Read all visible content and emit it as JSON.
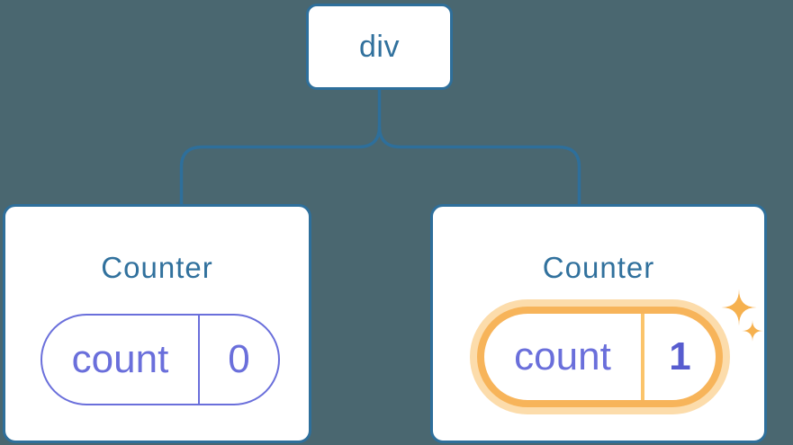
{
  "diagram": {
    "description": "Component tree: a div parent with two Counter children; each Counter holds a count state pill; the second Counter's state is highlighted with sparkles after updating to 1.",
    "root": {
      "label": "div"
    },
    "children": [
      {
        "title": "Counter",
        "state_key": "count",
        "state_value": "0",
        "highlighted": false
      },
      {
        "title": "Counter",
        "state_key": "count",
        "state_value": "1",
        "highlighted": true
      }
    ]
  },
  "icons": {
    "sparkle_large": "four-point-star",
    "sparkle_small": "four-point-star"
  },
  "colors": {
    "background": "#4a6770",
    "card_background": "#ffffff",
    "node_blue": "#2e6f9b",
    "text_blue": "#31719d",
    "state_purple": "#6a6fdb",
    "state_value_bold_purple": "#575ccf",
    "highlight_orange": "#f7b45a",
    "highlight_glow": "#fcdcab",
    "highlight_divider": "#fbc46b",
    "sparkle_orange": "#f6b14f"
  }
}
